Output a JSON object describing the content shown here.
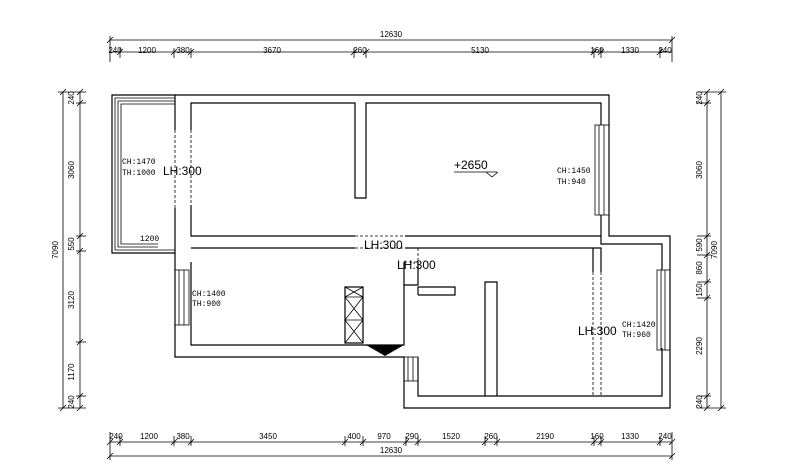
{
  "dimensions": {
    "top": {
      "total": "12630",
      "segments": [
        "240",
        "1200",
        "380",
        "3670",
        "260",
        "5130",
        "160",
        "1330",
        "240"
      ]
    },
    "bottom": {
      "total": "12630",
      "segments": [
        "240",
        "1200",
        "380",
        "3450",
        "400",
        "970",
        "290",
        "1520",
        "260",
        "2190",
        "160",
        "1330",
        "240"
      ]
    },
    "left": {
      "total": "7090",
      "segments": [
        "240",
        "3060",
        "550",
        "3120",
        "1170",
        "240"
      ]
    },
    "right": {
      "total": "7090",
      "segments": [
        "240",
        "3060",
        "590",
        "860",
        "150",
        "2290",
        "240"
      ]
    }
  },
  "annotations": {
    "window_bal": [
      "CH:1470",
      "TH:1000"
    ],
    "window_ne": [
      "CH:1450",
      "TH:940"
    ],
    "window_sw": [
      "CH:1400",
      "TH:900"
    ],
    "window_se": [
      "CH:1420",
      "TH:960"
    ],
    "opening_1200": "1200",
    "lh_left": "LH:300",
    "lh_mid": "LH:300",
    "lh_mid2": "LH:300",
    "lh_right": "LH:300",
    "level": "+2650"
  }
}
